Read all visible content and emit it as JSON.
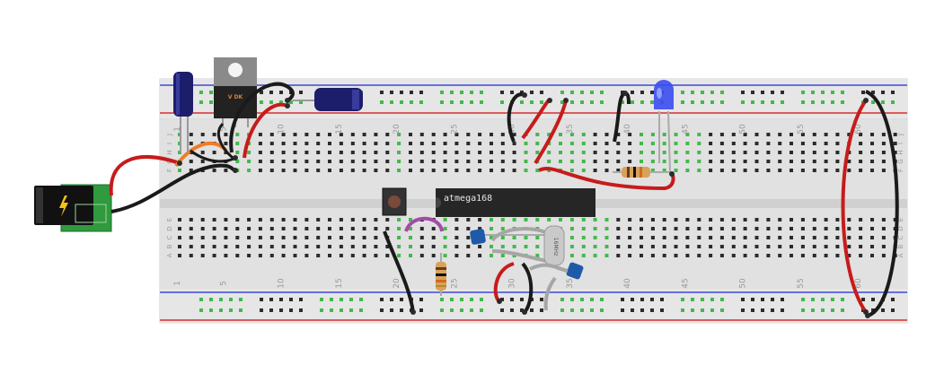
{
  "breadboard": {
    "column_numbers": [
      "1",
      "5",
      "10",
      "15",
      "20",
      "25",
      "30",
      "35",
      "40",
      "45",
      "50",
      "55",
      "60"
    ],
    "row_letters_top": [
      "J",
      "I",
      "H",
      "G",
      "F"
    ],
    "row_letters_bottom": [
      "E",
      "D",
      "C",
      "B",
      "A"
    ]
  },
  "components": {
    "microcontroller_label": "atmega168",
    "crystal_label": "16MHz",
    "regulator_label": "V DK"
  },
  "colors": {
    "board": "#dcdcdc",
    "rail_blue": "#3b49d6",
    "rail_red": "#d62f2f",
    "hole": "#2b2b2b",
    "hole_connected": "#43b94b",
    "wire_red": "#c71b1b",
    "wire_black": "#1a1a1a",
    "wire_orange": "#f07c26",
    "wire_purple": "#a24ca6",
    "wire_gray": "#a6a6a6",
    "chip": "#262626",
    "power_jack_pcb": "#2f9a3e"
  }
}
